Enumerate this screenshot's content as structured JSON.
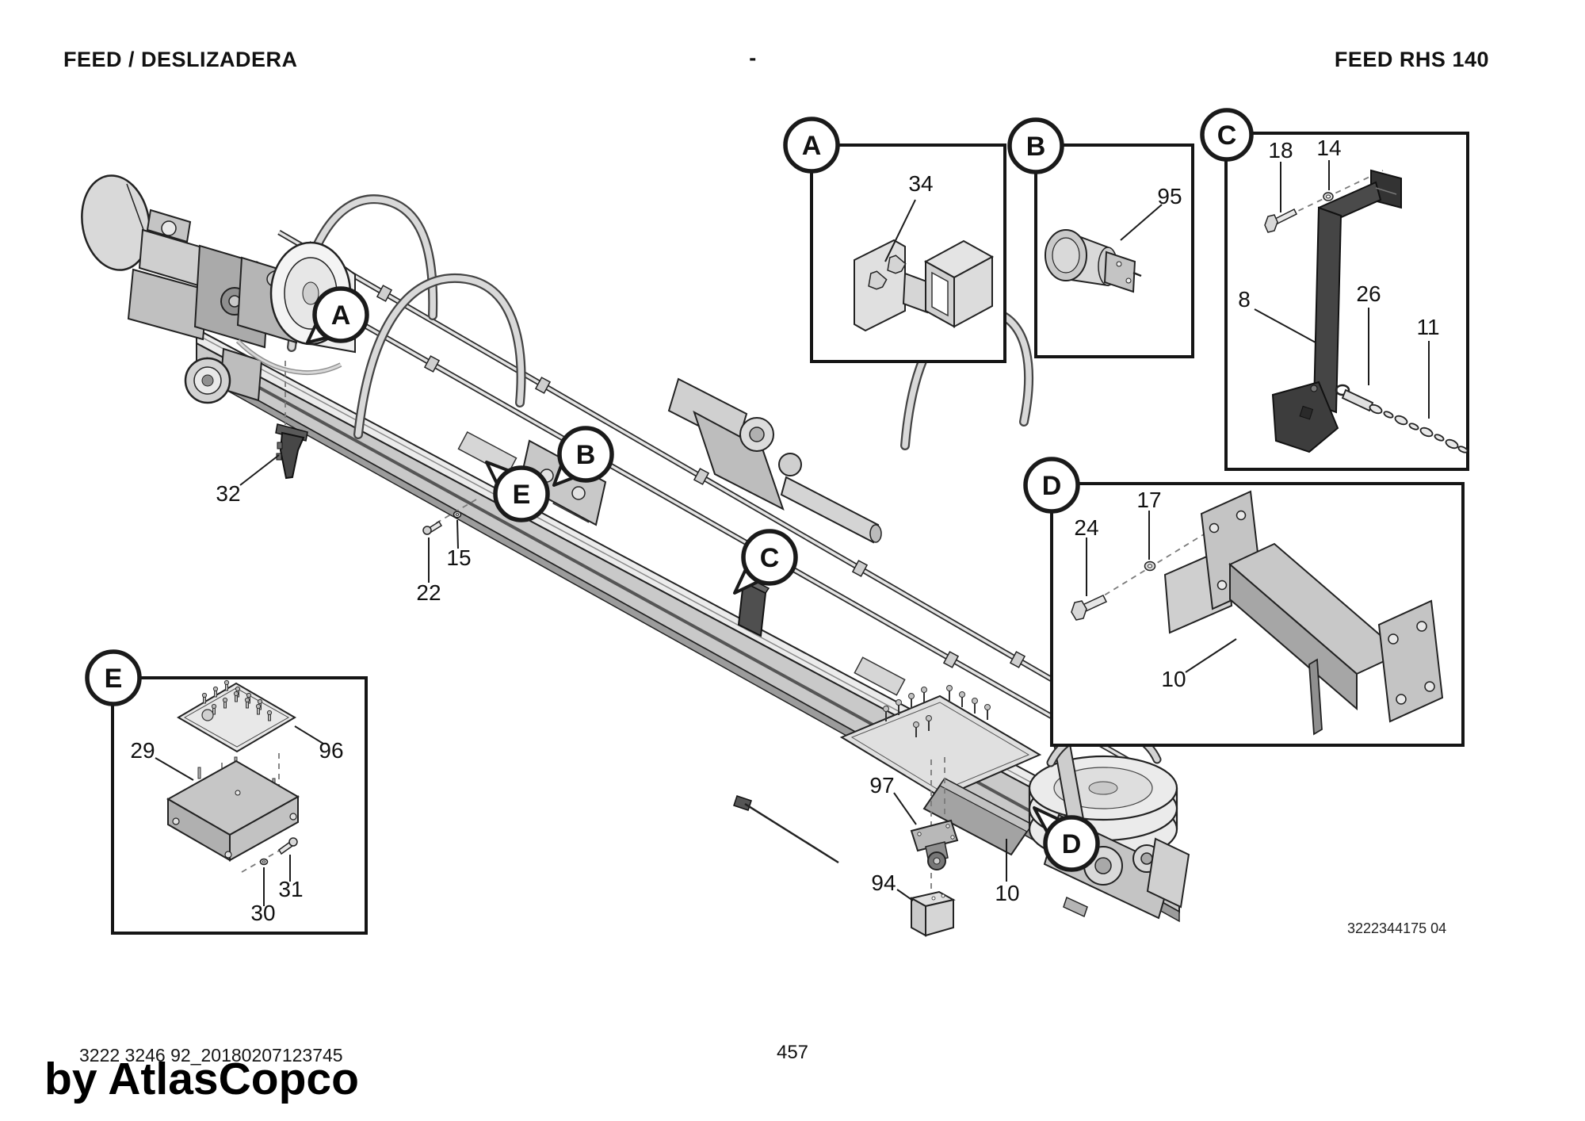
{
  "header": {
    "title_left": "FEED / DESLIZADERA",
    "separator": "-",
    "title_right": "FEED RHS 140"
  },
  "footer": {
    "document_id": "3222 3246 92_20180207123745",
    "watermark": "by AtlasCopco",
    "page_number": "457"
  },
  "drawing_number": "3222344175 04",
  "callouts": {
    "a": "A",
    "b": "B",
    "c": "C",
    "d": "D",
    "e": "E"
  },
  "part_labels": {
    "main": {
      "p32": "32",
      "p22": "22",
      "p15": "15",
      "p97": "97",
      "p94": "94",
      "p10": "10"
    },
    "inset_a": {
      "p34": "34"
    },
    "inset_b": {
      "p95": "95"
    },
    "inset_c": {
      "p18": "18",
      "p14": "14",
      "p8": "8",
      "p26": "26",
      "p11": "11"
    },
    "inset_d": {
      "p24": "24",
      "p17": "17",
      "p10": "10"
    },
    "inset_e": {
      "p29": "29",
      "p96": "96",
      "p31": "31",
      "p30": "30"
    }
  }
}
